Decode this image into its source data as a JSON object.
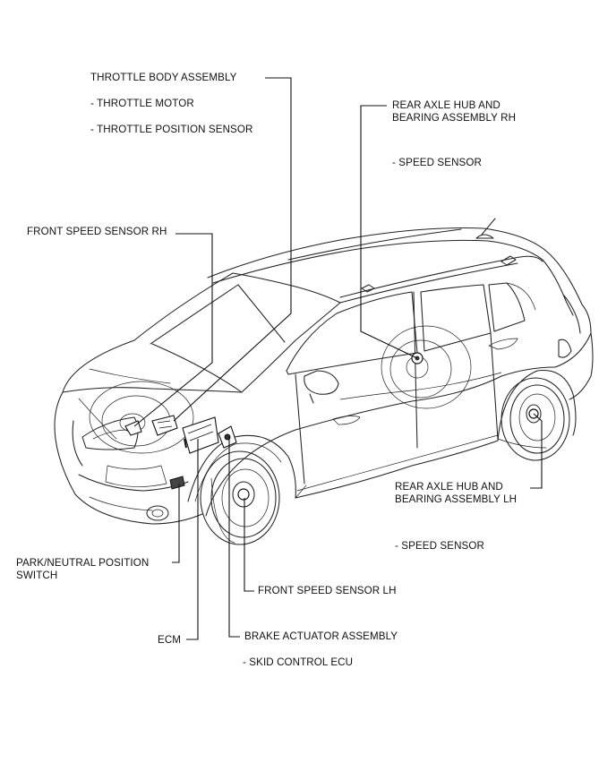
{
  "labels": {
    "throttle_body_assembly": "THROTTLE BODY ASSEMBLY",
    "throttle_motor": "- THROTTLE MOTOR",
    "throttle_position_sensor": "- THROTTLE POSITION SENSOR",
    "front_speed_sensor_rh": "FRONT SPEED SENSOR RH",
    "rear_axle_hub_rh_line1": "REAR AXLE HUB AND",
    "rear_axle_hub_rh_line2": "BEARING ASSEMBLY RH",
    "rear_rh_speed_sensor": "- SPEED SENSOR",
    "rear_axle_hub_lh_line1": "REAR AXLE HUB AND",
    "rear_axle_hub_lh_line2": "BEARING ASSEMBLY LH",
    "rear_lh_speed_sensor": "- SPEED SENSOR",
    "park_neutral_line1": "PARK/NEUTRAL POSITION",
    "park_neutral_line2": "SWITCH",
    "front_speed_sensor_lh": "FRONT SPEED SENSOR LH",
    "ecm": "ECM",
    "brake_actuator_assembly": "BRAKE ACTUATOR ASSEMBLY",
    "skid_control_ecu": "- SKID CONTROL ECU"
  }
}
